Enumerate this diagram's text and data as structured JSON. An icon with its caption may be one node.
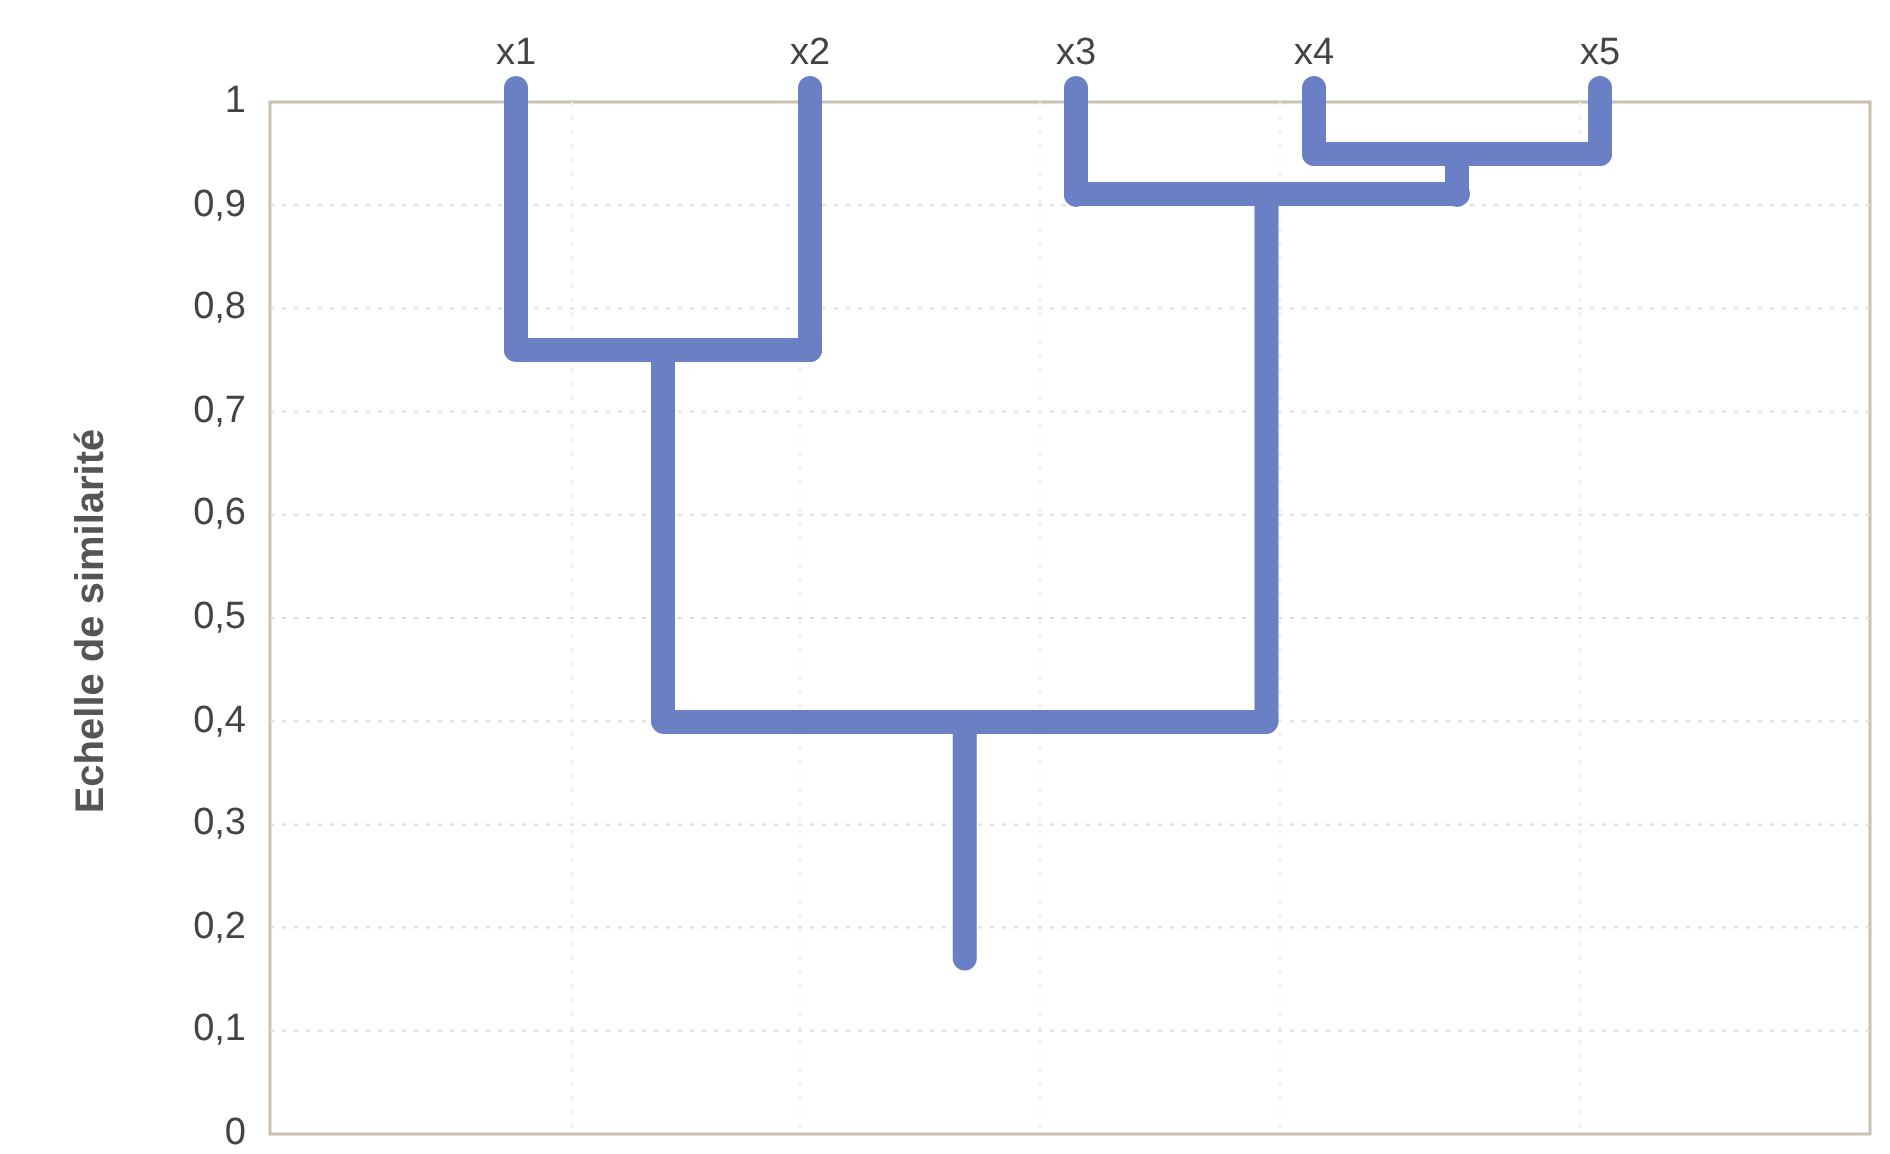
{
  "diagram": {
    "nodes": [
      {
        "text": [
          "x1"
        ]
      },
      {
        "text": [
          "x2"
        ]
      },
      {
        "text": [
          "x3"
        ]
      },
      {
        "text": [
          "x4"
        ]
      },
      {
        "text": [
          "x5"
        ]
      },
      {
        "text": [],
        "shape": "bar"
      },
      {
        "text": [],
        "shape": "bar"
      },
      {
        "text": [],
        "shape": "bar"
      },
      {
        "text": [],
        "shape": "bar"
      }
    ],
    "edges": [
      {
        "from": 0,
        "to": 5,
        "arrow": "none"
      },
      {
        "from": 1,
        "to": 5,
        "arrow": "none"
      },
      {
        "from": 3,
        "to": 6,
        "arrow": "none"
      },
      {
        "from": 4,
        "to": 6,
        "arrow": "none"
      },
      {
        "from": 2,
        "to": 7,
        "arrow": "none"
      },
      {
        "from": 6,
        "to": 7,
        "arrow": "none"
      },
      {
        "from": 5,
        "to": 8,
        "arrow": "none"
      },
      {
        "from": 7,
        "to": 8,
        "arrow": "none"
      },
      {
        "from": 8,
        "to": null,
        "arrow": "none"
      }
    ],
    "labels": [
      "1",
      "0,9",
      "0,8",
      "0,7",
      "0,6",
      "0,5",
      "0,4",
      "0,3",
      "0,2",
      "0,1",
      "0",
      "Echelle de similarité"
    ]
  }
}
